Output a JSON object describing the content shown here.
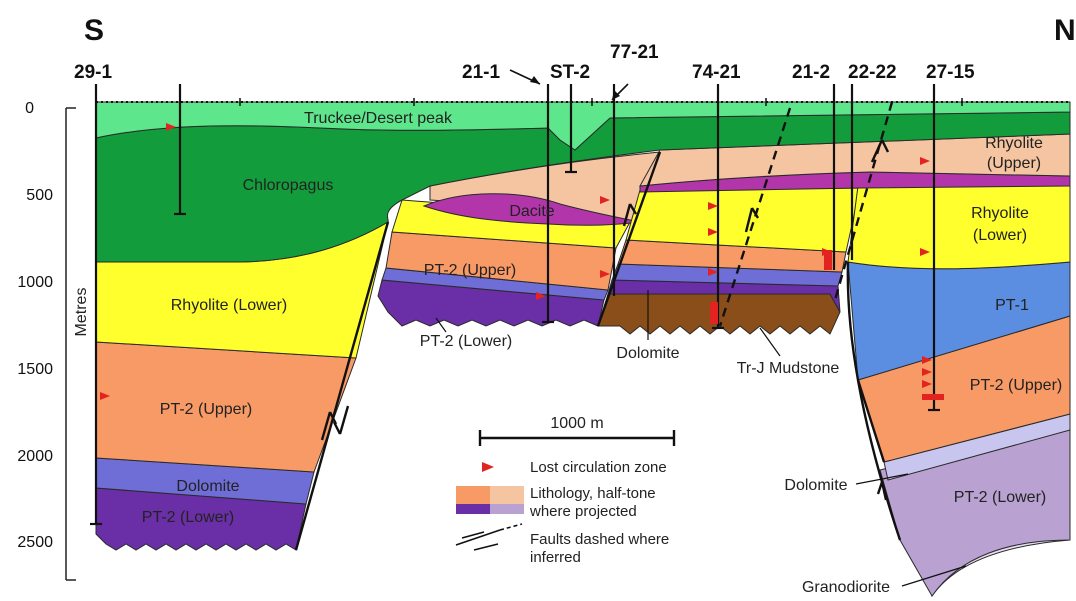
{
  "directions": {
    "south": "S",
    "north": "N"
  },
  "wells": [
    "29-1",
    "21-1",
    "ST-2",
    "77-21",
    "74-21",
    "21-2",
    "22-22",
    "27-15"
  ],
  "depth_axis": {
    "label": "Metres",
    "ticks": [
      "0",
      "500",
      "1000",
      "1500",
      "2000",
      "2500"
    ]
  },
  "units": {
    "truckee": "Truckee/Desert peak",
    "chloropagus": "Chloropagus",
    "dacite": "Dacite",
    "rhyolite_upper": [
      "Rhyolite",
      "(Upper)"
    ],
    "rhyolite_lower_n": [
      "Rhyolite",
      "(Lower)"
    ],
    "rhyolite_lower_s": "Rhyolite (Lower)",
    "pt2_upper_s": "PT-2 (Upper)",
    "pt2_upper_c": "PT-2 (Upper)",
    "pt2_upper_n": "PT-2 (Upper)",
    "pt1": "PT-1",
    "dolomite_s": "Dolomite",
    "pt2_lower_s": "PT-2 (Lower)",
    "pt2_lower_c": "PT-2 (Lower)",
    "pt2_lower_n": "PT-2 (Lower)",
    "dolomite_c": "Dolomite",
    "dolomite_n": "Dolomite",
    "mudstone": "Tr-J Mudstone",
    "granodiorite": "Granodiorite"
  },
  "scale_bar": {
    "label": "1000 m"
  },
  "legend": {
    "lost_circulation": "Lost circulation zone",
    "lithology": [
      "Lithology, half-tone",
      "where projected"
    ],
    "faults": [
      "Faults dashed where",
      "inferred"
    ]
  },
  "colors": {
    "truckee": "#5ee68c",
    "chloropagus": "#139c3c",
    "rhyolite_upper": "#f5c4a0",
    "rhyolite_lower": "#ffff2e",
    "pt2_upper": "#f79a66",
    "dolomite": "#6f6ed6",
    "pt2_lower": "#6a2fa6",
    "dacite": "#b236aa",
    "pt1": "#5b8de0",
    "mudstone": "#8a4e1b",
    "pt2_lower_projected": "#b9a2d2",
    "granodiorite": "#e8dcf3",
    "lost_circulation_marker": "#e3231f"
  }
}
